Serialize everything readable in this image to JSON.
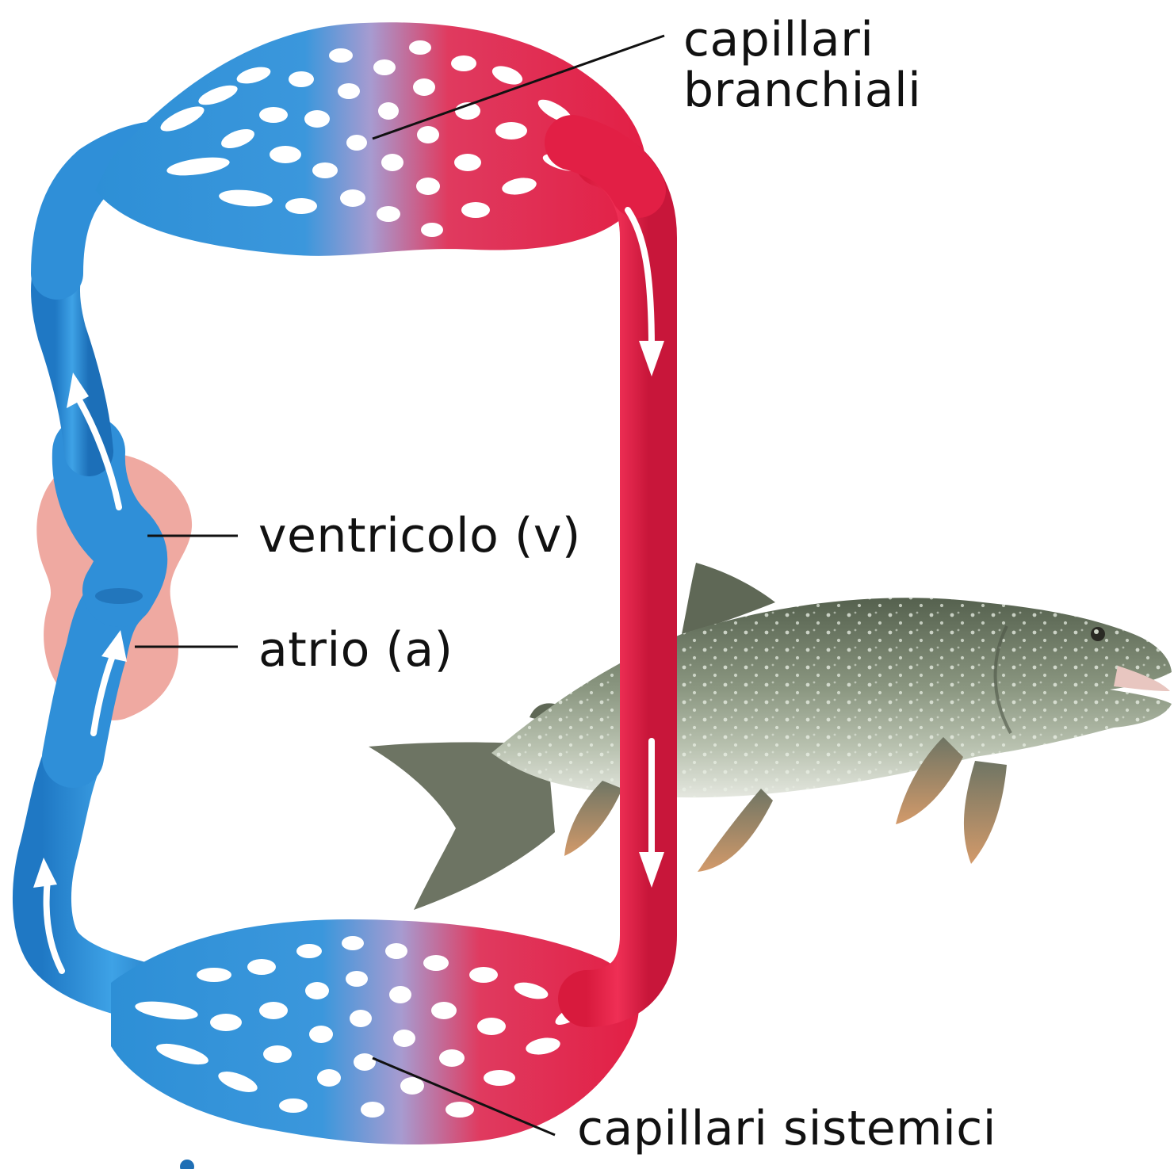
{
  "labels": {
    "gill_capillaries_line1": "capillari",
    "gill_capillaries_line2": "branchiali",
    "ventricle": "ventricolo (v)",
    "atrium": "atrio (a)",
    "systemic_capillaries": "capillari sistemici"
  },
  "colors": {
    "deoxygenated": "#2d8fd6",
    "oxygenated": "#e21f45",
    "mixed": "#a79bd0",
    "heart_tissue": "#ec9a90",
    "arrow": "#ffffff",
    "fish_body": "#7f8b72",
    "fish_belly": "#d8ddd2"
  },
  "icons": {
    "flow_arrow": "white-flow-arrow",
    "fish": "trout-illustration"
  }
}
